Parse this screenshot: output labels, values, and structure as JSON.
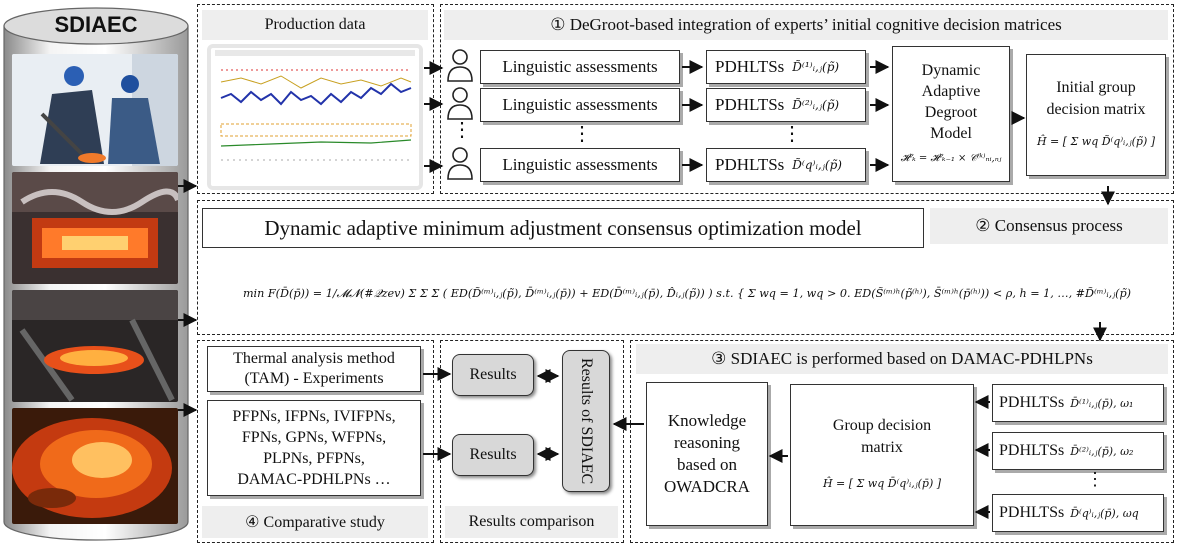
{
  "cylinder": {
    "title": "SDIAEC"
  },
  "production": {
    "title": "Production data"
  },
  "step1": {
    "title": "① DeGroot-based integration of experts’ initial cognitive decision matrices",
    "rows": [
      {
        "assessment": "Linguistic assessments",
        "pdhlts": "PDHLTSs",
        "math": "D̃⁽¹⁾ᵢ,ⱼ(p̃)"
      },
      {
        "assessment": "Linguistic assessments",
        "pdhlts": "PDHLTSs",
        "math": "D̃⁽²⁾ᵢ,ⱼ(p̃)"
      },
      {
        "assessment": "Linguistic assessments",
        "pdhlts": "PDHLTSs",
        "math": "D̃⁽q⁾ᵢ,ⱼ(p̃)"
      }
    ],
    "degroot": {
      "line1": "Dynamic",
      "line2": "Adaptive",
      "line3": "Degroot",
      "line4": "Model",
      "formula": "𝓗ᵗₖ = 𝓗ᵗₖ₋₁ × 𝒞⁽ᵏ⁾ₙᵢ,ₙⱼ"
    },
    "initial": {
      "line1": "Initial group",
      "line2": "decision matrix",
      "formula": "Ĥ = [ Σ wq D̃⁽q⁾ᵢ,ⱼ(p̃) ]"
    }
  },
  "step2": {
    "title": "Dynamic adaptive minimum adjustment consensus optimization model",
    "label": "② Consensus process",
    "formula": "min F(D̄(p̄)) = 1/𝓜𝓝(#𝒬zev) Σ Σ Σ ( ED(D̃⁽ᵐ⁾ᵢ,ⱼ(p̃), D̄⁽ᵐ⁾ᵢ,ⱼ(p̄)) + ED(D̄⁽ᵐ⁾ᵢ,ⱼ(p̄), D̂ᵢ,ⱼ(p̃)) )   s.t. { Σ wq = 1, wq > 0.  ED(S̃⁽ᵐ⁾ʰ(p̃⁽ʰ⁾), S̄⁽ᵐ⁾ʰ(p̄⁽ʰ⁾)) < ρ, h = 1, …, #D̃⁽ᵐ⁾ᵢ,ⱼ(p̃)"
  },
  "step3": {
    "title": "③ SDIAEC is performed based on DAMAC-PDHLPNs",
    "knowledge": {
      "line1": "Knowledge",
      "line2": "reasoning",
      "line3": "based on",
      "line4": "OWADCRA"
    },
    "group": {
      "line1": "Group decision",
      "line2": "matrix",
      "formula": "Ĥ = [ Σ wq D̄⁽q⁾ᵢ,ⱼ(p̄) ]"
    },
    "rows": [
      {
        "label": "PDHLTSs",
        "math": "D̄⁽¹⁾ᵢ,ⱼ(p̄), ω₁"
      },
      {
        "label": "PDHLTSs",
        "math": "D̄⁽²⁾ᵢ,ⱼ(p̄), ω₂"
      },
      {
        "label": "PDHLTSs",
        "math": "D̄⁽q⁾ᵢ,ⱼ(p̄), ωq"
      }
    ]
  },
  "step4": {
    "tam_line1": "Thermal analysis method",
    "tam_line2": "(TAM) - Experiments",
    "methods_line1": "PFPNs, IFPNs, IVIFPNs,",
    "methods_line2": "FPNs, GPNs, WFPNs,",
    "methods_line3": "PLPNs, PFPNs,",
    "methods_line4": "DAMAC-PDHLPNs …",
    "label": "④ Comparative study"
  },
  "results": {
    "r1": "Results",
    "r2": "Results",
    "final": "Results of SDIAEC",
    "label": "Results comparison"
  },
  "dots": "⋮"
}
